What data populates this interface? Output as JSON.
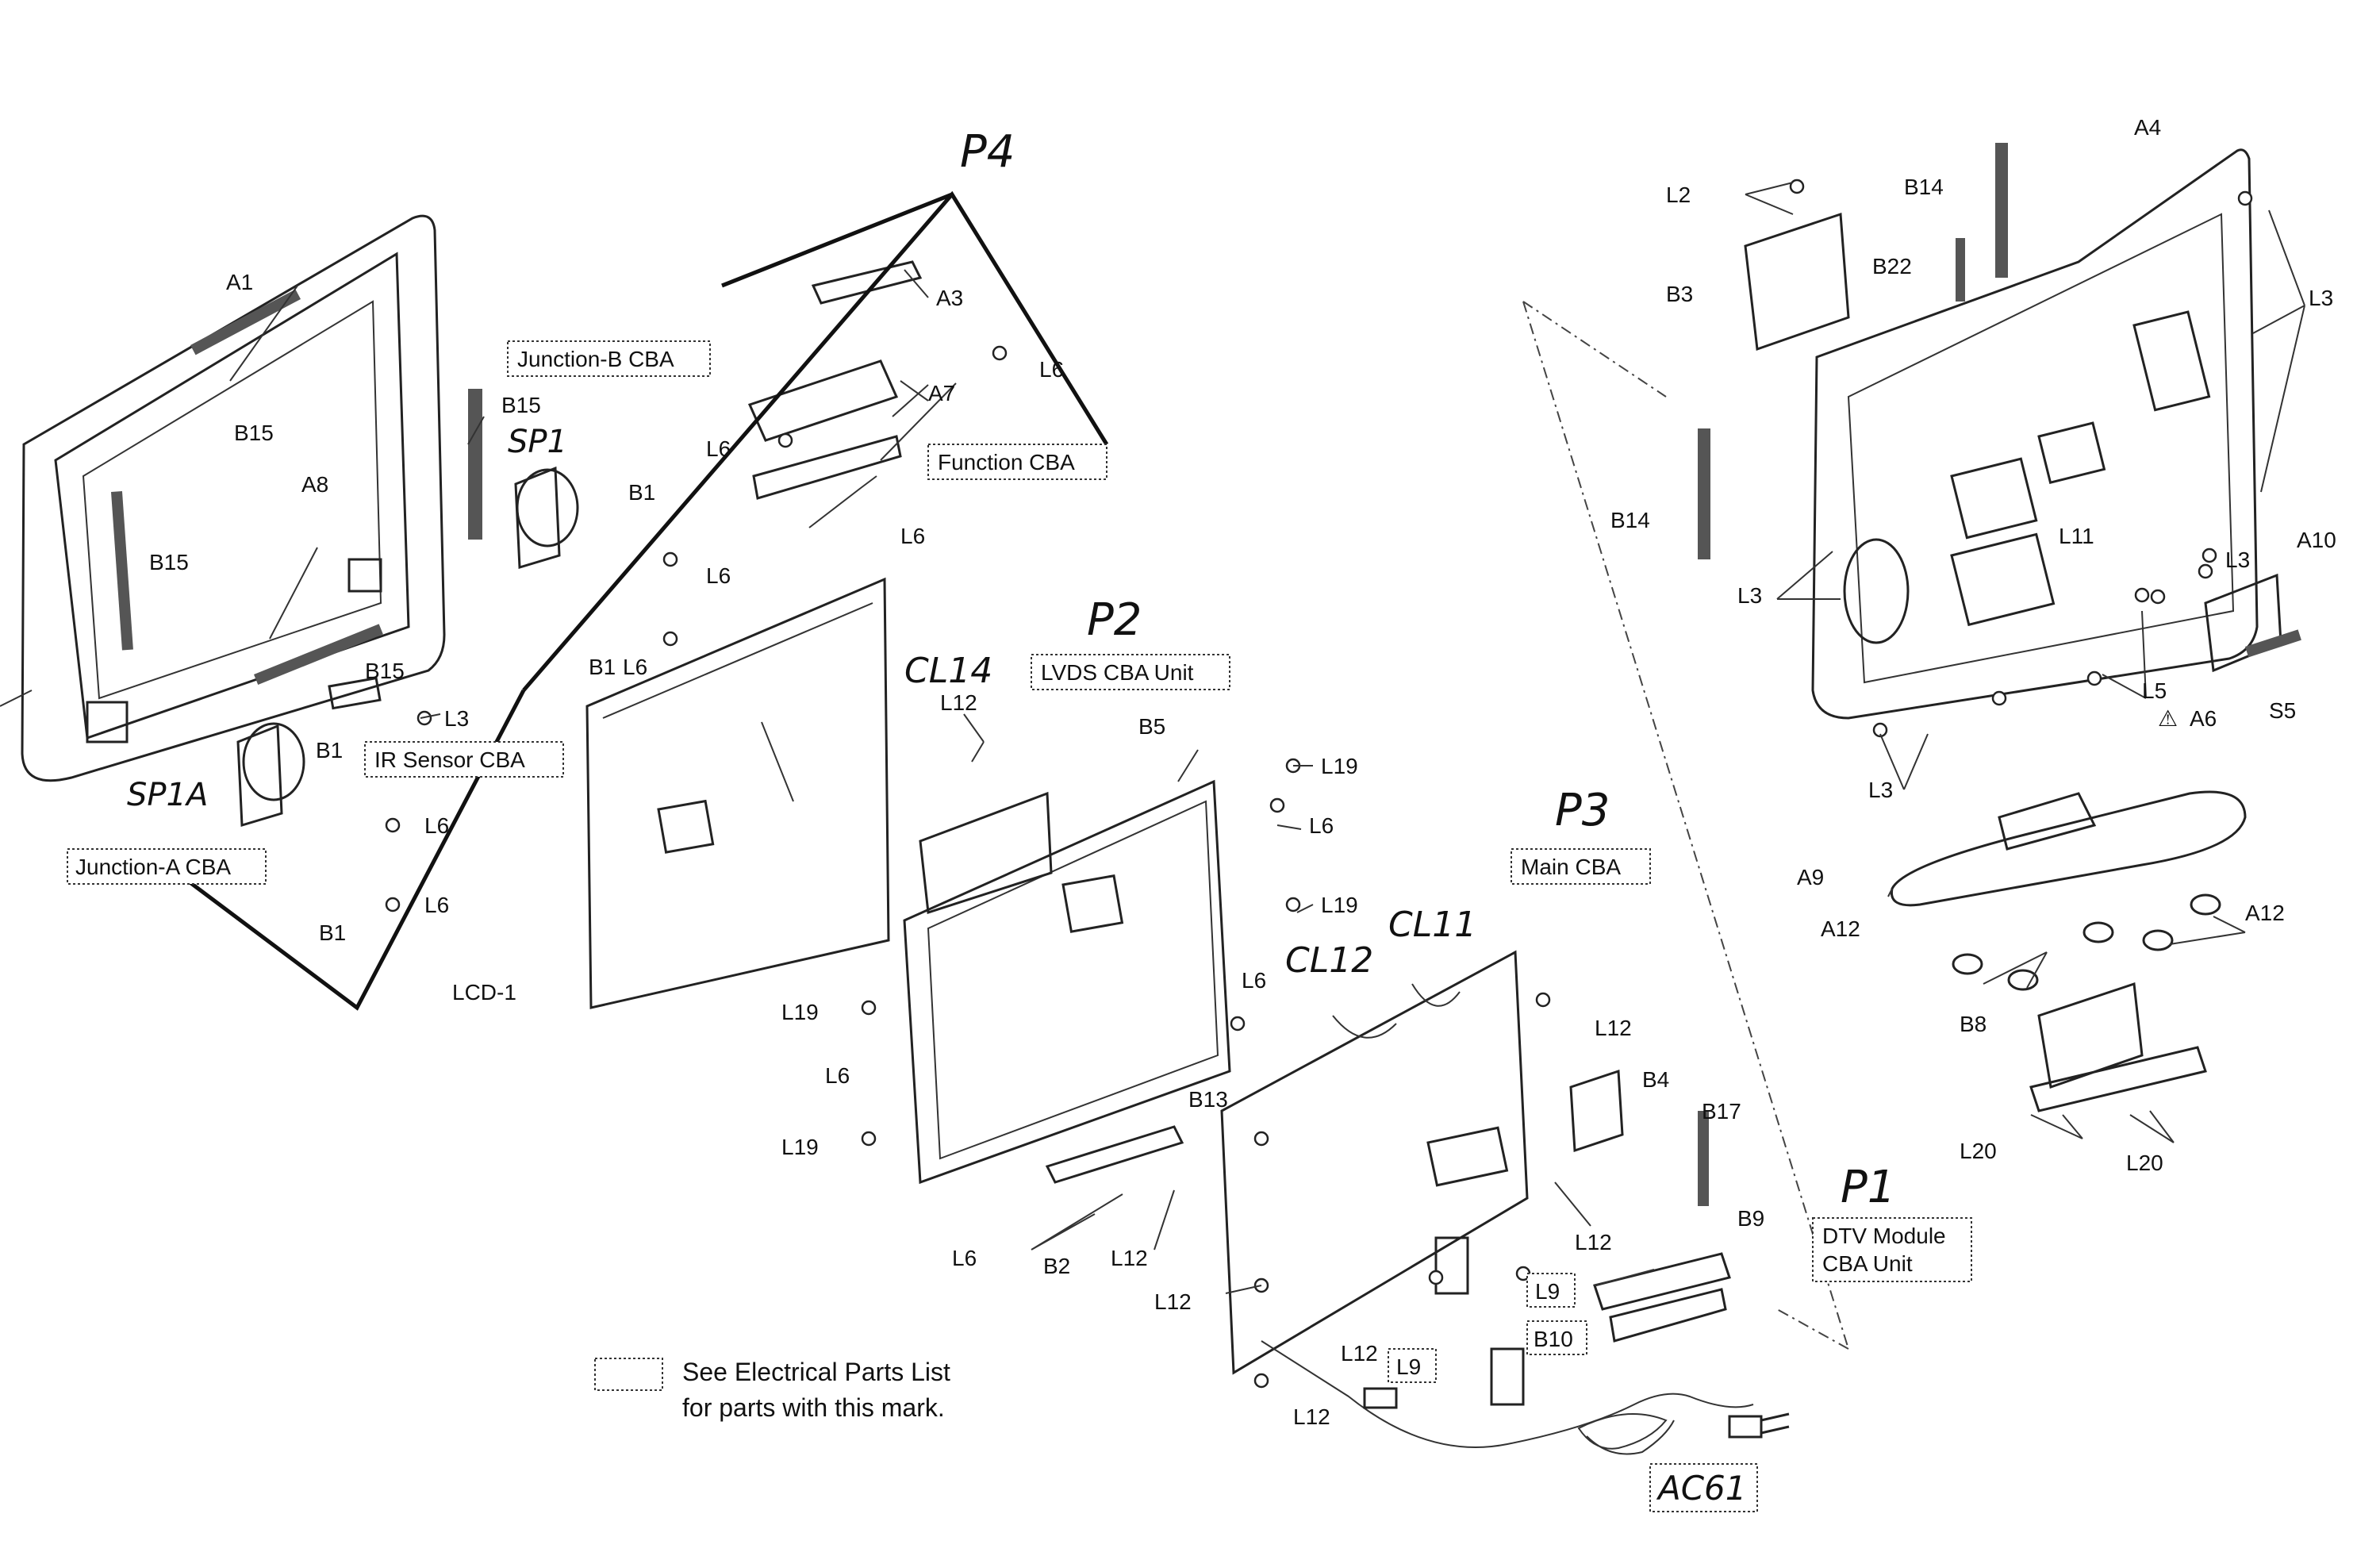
{
  "labels": {
    "A1": "A1",
    "A3": "A3",
    "A4": "A4",
    "A6": "A6",
    "A7": "A7",
    "A8": "A8",
    "A9": "A9",
    "A10": "A10",
    "A12": "A12",
    "B1": "B1",
    "B2": "B2",
    "B3": "B3",
    "B4": "B4",
    "B5": "B5",
    "B8": "B8",
    "B9": "B9",
    "B10": "B10",
    "B13": "B13",
    "B14": "B14",
    "B15": "B15",
    "B17": "B17",
    "B22": "B22",
    "L2": "L2",
    "L3": "L3",
    "L5": "L5",
    "L6": "L6",
    "L9": "L9",
    "L11": "L11",
    "L12": "L12",
    "L19": "L19",
    "L20": "L20",
    "S5": "S5",
    "LCD1": "LCD-1"
  },
  "boxed_labels": {
    "junction_b": "Junction-B CBA",
    "function_cba": "Function CBA",
    "ir_sensor": "IR Sensor CBA",
    "junction_a": "Junction-A CBA",
    "lvds": "LVDS CBA Unit",
    "main_cba": "Main CBA",
    "dtv_line1": "DTV Module",
    "dtv_line2": "CBA Unit"
  },
  "handwritten": {
    "P1": "P1",
    "P2": "P2",
    "P3": "P3",
    "P4": "P4",
    "SP1": "SP1",
    "SP1A": "SP1A",
    "CL14": "CL14",
    "CL12": "CL12",
    "CL11": "CL11",
    "AC61": "AC61"
  },
  "legend": {
    "line1": "See Electrical Parts List",
    "line2": "for parts with this mark."
  },
  "warning_symbol": "⚠"
}
